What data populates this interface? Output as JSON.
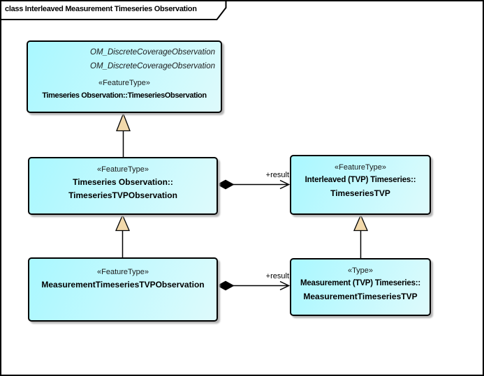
{
  "frame": {
    "title": "class Interleaved Measurement Timeseries Observation"
  },
  "colors": {
    "box_fill_start": "#a9f8ff",
    "box_fill_end": "#defafc",
    "box_border": "#000000",
    "triangle_fill": "#f2d9ab",
    "shadow": "#b6b6b6",
    "background": "#ffffff"
  },
  "classes": [
    {
      "id": "TimeseriesObservation",
      "parents": [
        "OM_DiscreteCoverageObservation",
        "OM_DiscreteCoverageObservation"
      ],
      "stereotype": "«FeatureType»",
      "name_lines": [
        "Timeseries Observation::TimeseriesObservation"
      ]
    },
    {
      "id": "TimeseriesTVPObservation",
      "stereotype": "«FeatureType»",
      "name_lines": [
        "Timeseries Observation::",
        "TimeseriesTVPObservation"
      ]
    },
    {
      "id": "TimeseriesTVP",
      "stereotype": "«FeatureType»",
      "name_lines": [
        "Interleaved (TVP) Timeseries::",
        "TimeseriesTVP"
      ]
    },
    {
      "id": "MeasurementTimeseriesTVPObservation",
      "stereotype": "«FeatureType»",
      "name_lines": [
        "MeasurementTimeseriesTVPObservation"
      ]
    },
    {
      "id": "MeasurementTimeseriesTVP",
      "stereotype": "«Type»",
      "name_lines": [
        "Measurement (TVP) Timeseries::",
        "MeasurementTimeseriesTVP"
      ]
    }
  ],
  "relations": {
    "generalizations": [
      {
        "from": "TimeseriesTVPObservation",
        "to": "TimeseriesObservation"
      },
      {
        "from": "MeasurementTimeseriesTVPObservation",
        "to": "TimeseriesTVPObservation"
      },
      {
        "from": "MeasurementTimeseriesTVP",
        "to": "TimeseriesTVP"
      }
    ],
    "compositions": [
      {
        "label": "+result",
        "from": "TimeseriesTVPObservation",
        "to": "TimeseriesTVP"
      },
      {
        "label": "+result",
        "from": "MeasurementTimeseriesTVPObservation",
        "to": "MeasurementTimeseriesTVP"
      }
    ]
  }
}
